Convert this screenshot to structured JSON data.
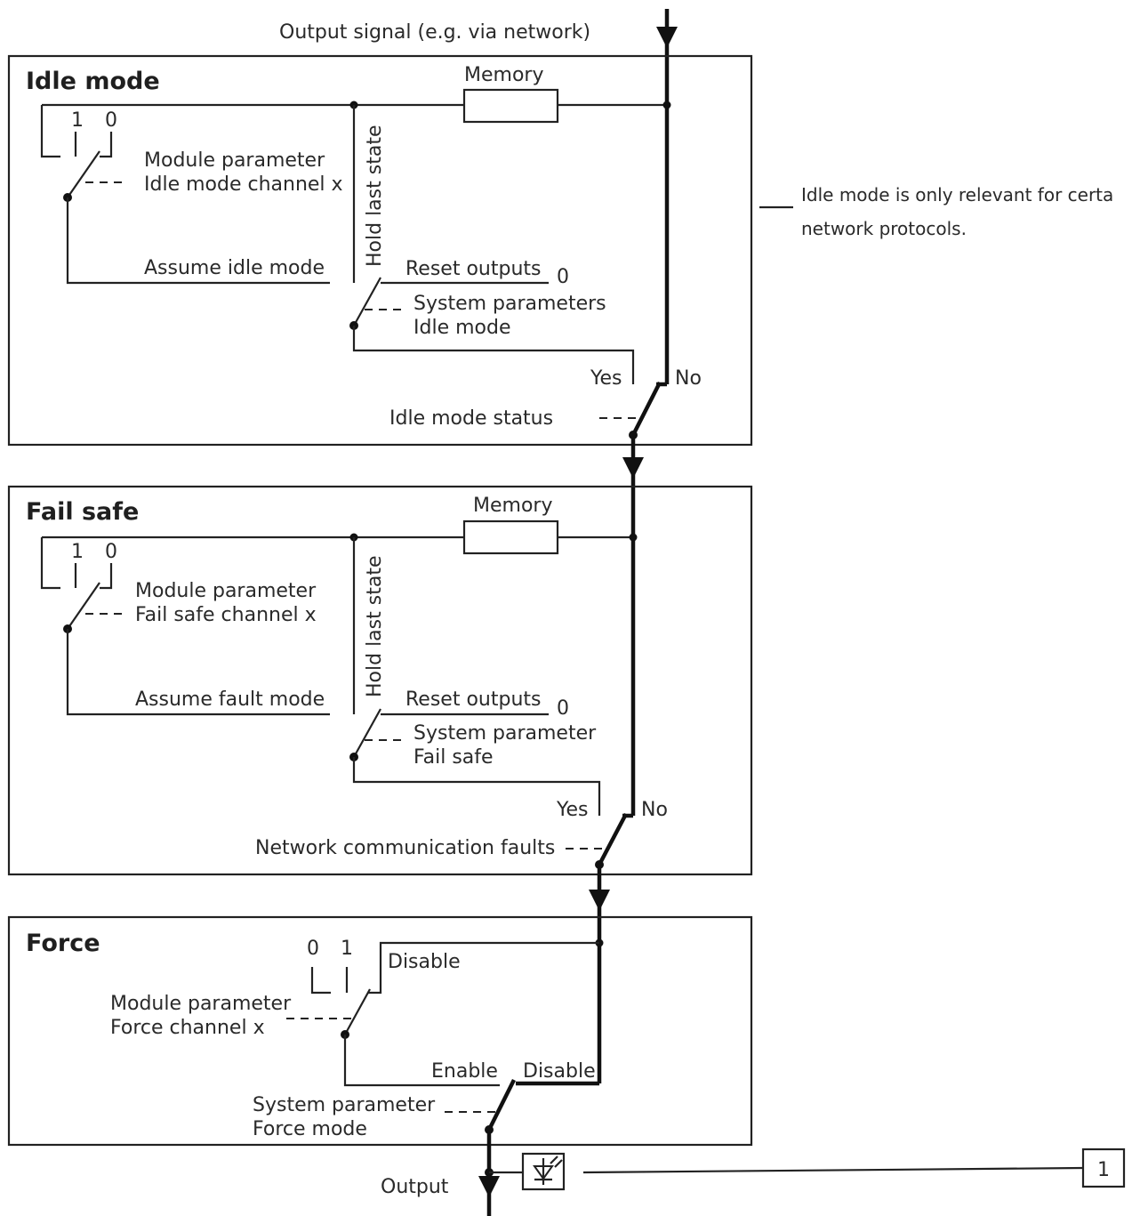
{
  "header": {
    "output_signal": "Output signal (e.g. via network)"
  },
  "idle": {
    "title": "Idle mode",
    "memory": "Memory",
    "switch_1": "1",
    "switch_0": "0",
    "module_param_line1": "Module parameter",
    "module_param_line2": "Idle mode channel x",
    "hold_last_state": "Hold last state",
    "assume": "Assume idle mode",
    "reset_outputs": "Reset outputs",
    "reset_zero": "0",
    "system_param_line1": "System parameters",
    "system_param_line2": "Idle mode",
    "yes": "Yes",
    "no": "No",
    "status": "Idle mode status"
  },
  "note": {
    "line1": "Idle mode is only relevant for certa",
    "line2": "network protocols."
  },
  "failsafe": {
    "title": "Fail safe",
    "memory": "Memory",
    "switch_1": "1",
    "switch_0": "0",
    "module_param_line1": "Module parameter",
    "module_param_line2": "Fail safe channel x",
    "hold_last_state": "Hold last state",
    "assume": "Assume fault mode",
    "reset_outputs": "Reset outputs",
    "reset_zero": "0",
    "system_param_line1": "System parameter",
    "system_param_line2": "Fail safe",
    "yes": "Yes",
    "no": "No",
    "faults": "Network communication faults"
  },
  "force": {
    "title": "Force",
    "switch_0": "0",
    "switch_1": "1",
    "disable_top": "Disable",
    "module_param_line1": "Module parameter",
    "module_param_line2": "Force channel x",
    "enable": "Enable",
    "disable_bottom": "Disable",
    "system_param_line1": "System parameter",
    "system_param_line2": "Force mode"
  },
  "footer": {
    "output": "Output",
    "callout": "1",
    "icon": "led-diode-icon"
  }
}
